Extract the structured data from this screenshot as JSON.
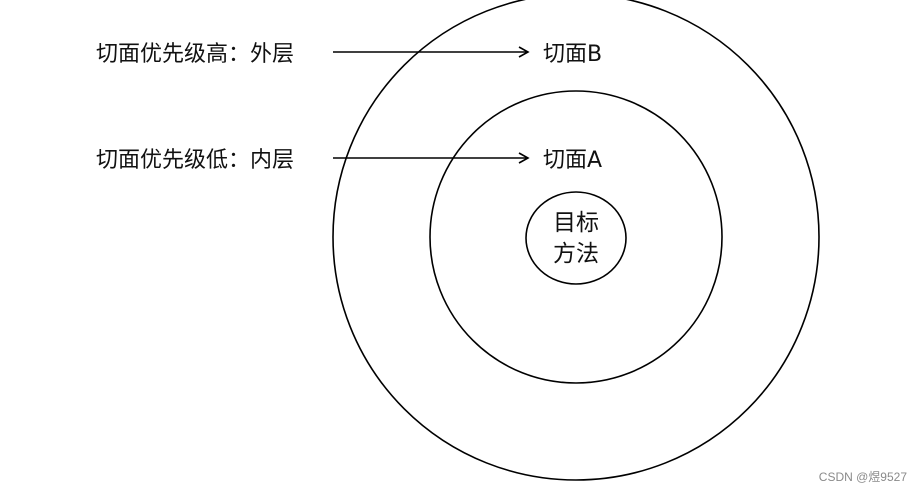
{
  "labels": {
    "high_priority": "切面优先级高：外层",
    "low_priority": "切面优先级低：内层",
    "aspect_b": "切面B",
    "aspect_a": "切面A",
    "target_line1": "目标",
    "target_line2": "方法"
  },
  "watermark": "CSDN @煜9527",
  "colors": {
    "stroke": "#000000",
    "text": "#111111",
    "watermark": "#8a8a8a",
    "background": "#ffffff"
  }
}
